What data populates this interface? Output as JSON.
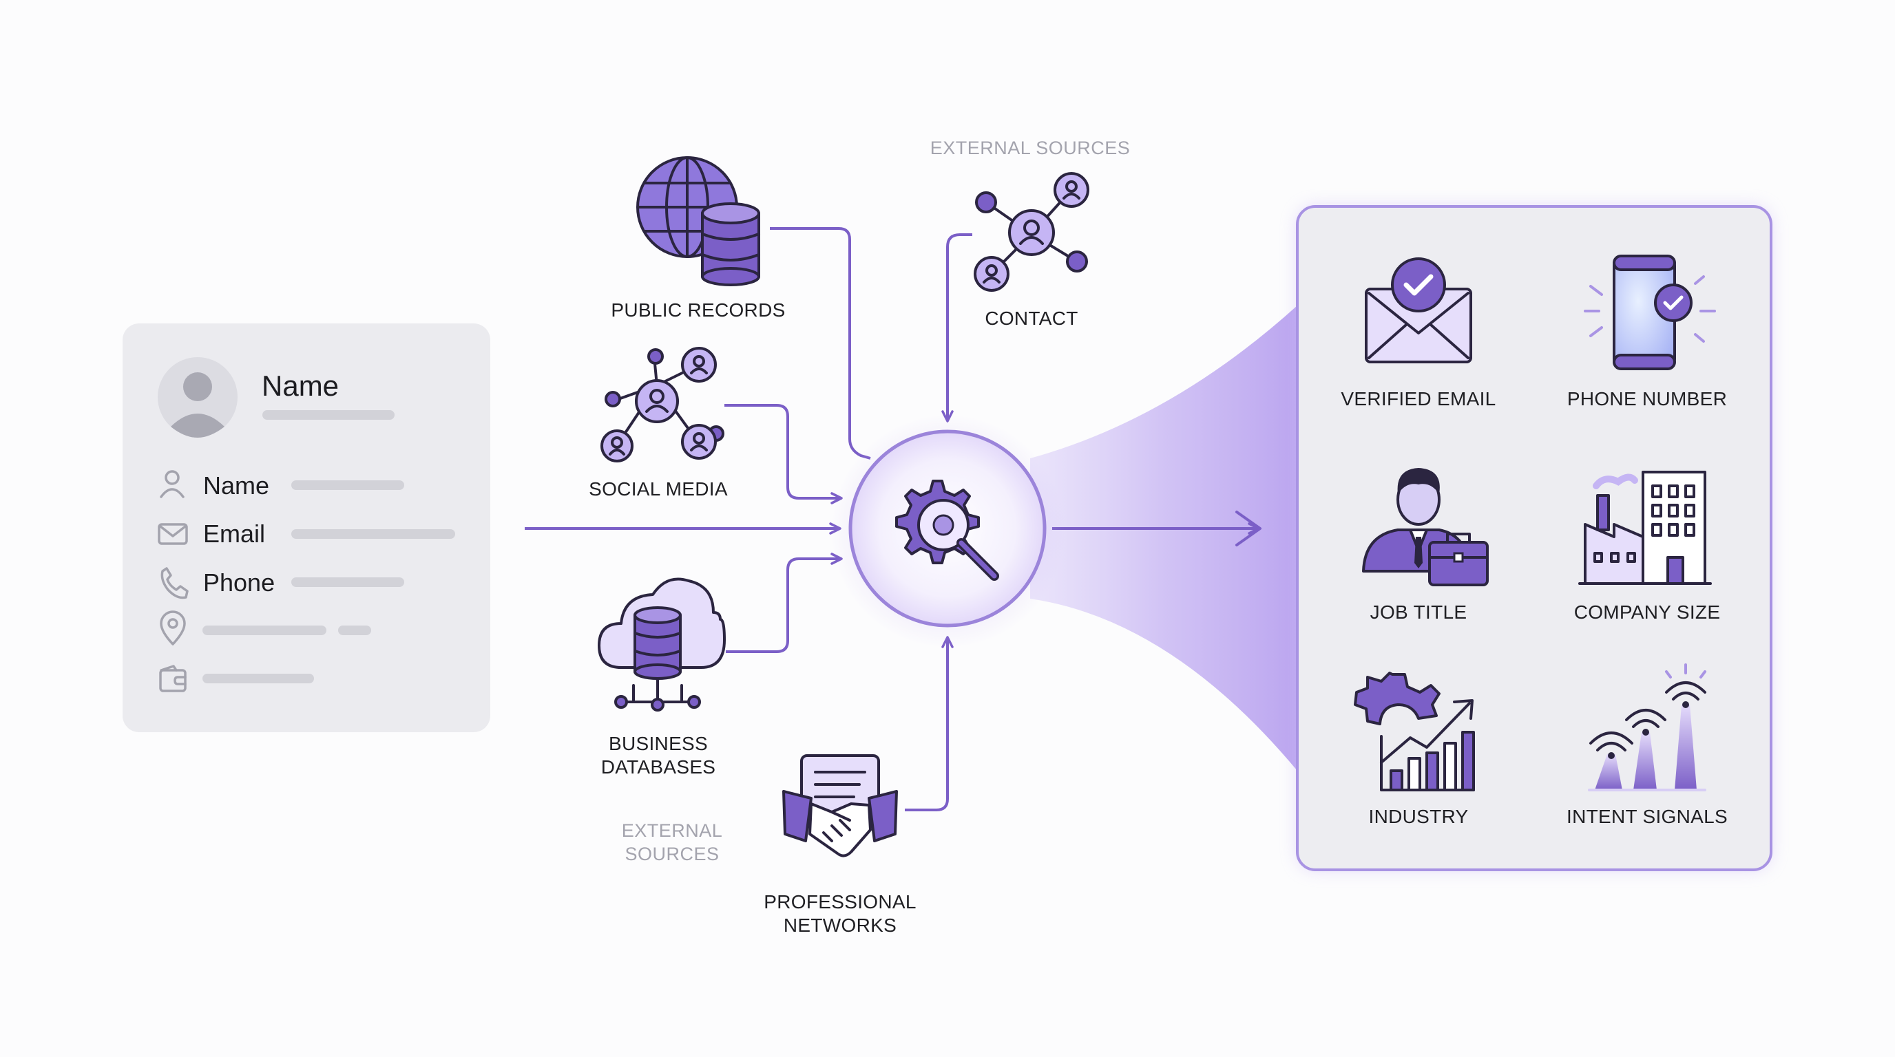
{
  "profile_card": {
    "title": "Name",
    "fields": [
      {
        "label": "Name",
        "icon": "person-icon"
      },
      {
        "label": "Email",
        "icon": "envelope-icon"
      },
      {
        "label": "Phone",
        "icon": "phone-icon"
      },
      {
        "label": "",
        "icon": "location-pin-icon"
      },
      {
        "label": "",
        "icon": "wallet-icon"
      }
    ]
  },
  "sources": {
    "public_records": "PUBLIC RECORDS",
    "social_media": "SOCIAL MEDIA",
    "business_databases_line1": "BUSINESS",
    "business_databases_line2": "DATABASES",
    "professional_networks_line1": "PROFESSIONAL",
    "professional_networks_line2": "NETWORKS",
    "contact": "CONTACT",
    "external_top": "EXTERNAL SOURCES",
    "external_bottom_line1": "EXTERNAL",
    "external_bottom_line2": "SOURCES"
  },
  "engine": {
    "icon": "gear-magnifier-icon"
  },
  "outputs": {
    "verified_email": "VERIFIED EMAIL",
    "phone_number": "PHONE NUMBER",
    "job_title": "JOB TITLE",
    "company_size": "COMPANY SIZE",
    "industry": "INDUSTRY",
    "intent_signals": "INTENT SIGNALS"
  },
  "colors": {
    "accent": "#7b5fc7",
    "accent_light": "#cdbff5",
    "ink": "#2b2540",
    "card_bg": "#ececf0",
    "muted_text": "#a3a3ad"
  }
}
